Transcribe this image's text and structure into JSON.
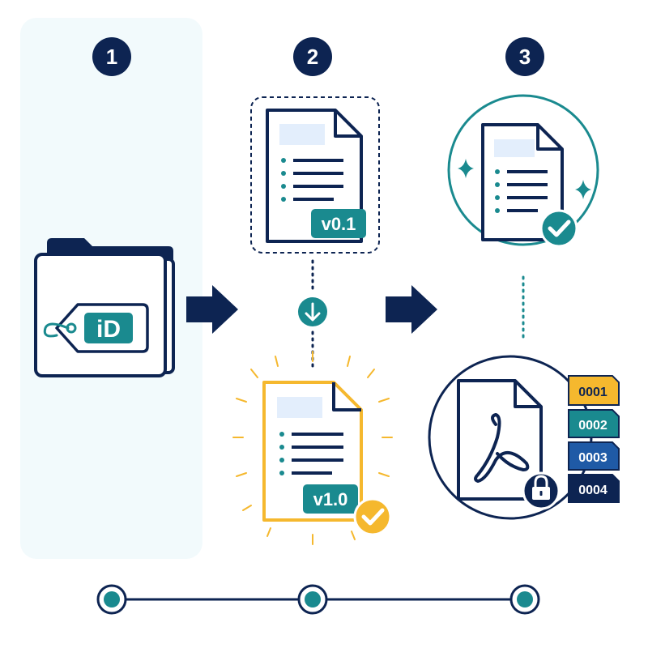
{
  "colors": {
    "navy": "#0d2452",
    "teal": "#1a8a8f",
    "yellow": "#f5b82e",
    "panel": "#f2fafc",
    "code1": "#f5b82e",
    "code2": "#1a8a8f",
    "code3": "#1f5aa6",
    "code4": "#0d2452"
  },
  "steps": [
    {
      "number": "1"
    },
    {
      "number": "2"
    },
    {
      "number": "3"
    }
  ],
  "folder": {
    "tag_label": "iD"
  },
  "draft": {
    "version_label": "v0.1"
  },
  "final": {
    "version_label": "v1.0"
  },
  "codes": [
    {
      "label": "0001"
    },
    {
      "label": "0002"
    },
    {
      "label": "0003"
    },
    {
      "label": "0004"
    }
  ],
  "icons": [
    "folder-icon",
    "id-tag-icon",
    "document-icon",
    "arrow-down-icon",
    "checkmark-icon",
    "sparkle-icon",
    "pdf-icon",
    "lock-icon"
  ]
}
